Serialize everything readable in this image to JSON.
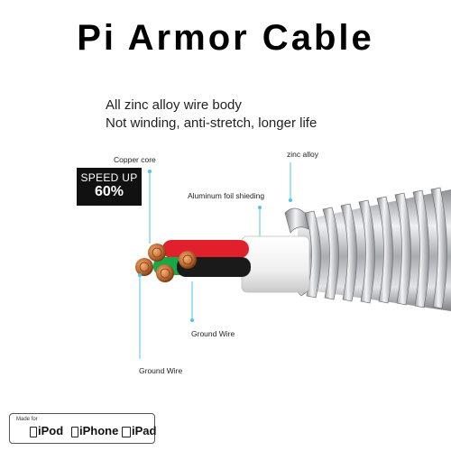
{
  "title": "Pi Armor Cable",
  "subtitle": {
    "line1": "All zinc alloy wire body",
    "line2": "Not winding, anti-stretch, longer life"
  },
  "labels": {
    "copper_core": "Copper core",
    "zinc_alloy": "zinc alloy",
    "aluminum_foil": "Aluminum foil shieding",
    "ground_wire_1": "Ground Wire",
    "ground_wire_2": "Ground Wire"
  },
  "speed_badge": {
    "line1": "SPEED UP",
    "line2": "60%"
  },
  "made_for": {
    "caption": "Made for",
    "devices": [
      "iPod",
      "iPhone",
      "iPad"
    ]
  },
  "colors": {
    "leader_line": "#4fc3e8",
    "wire_red": "#e0202a",
    "wire_green": "#18a84a",
    "wire_black": "#1a1a1a",
    "wire_white": "#f4f4f4",
    "copper": "#c8733a",
    "metal": "#b9bcc0"
  }
}
